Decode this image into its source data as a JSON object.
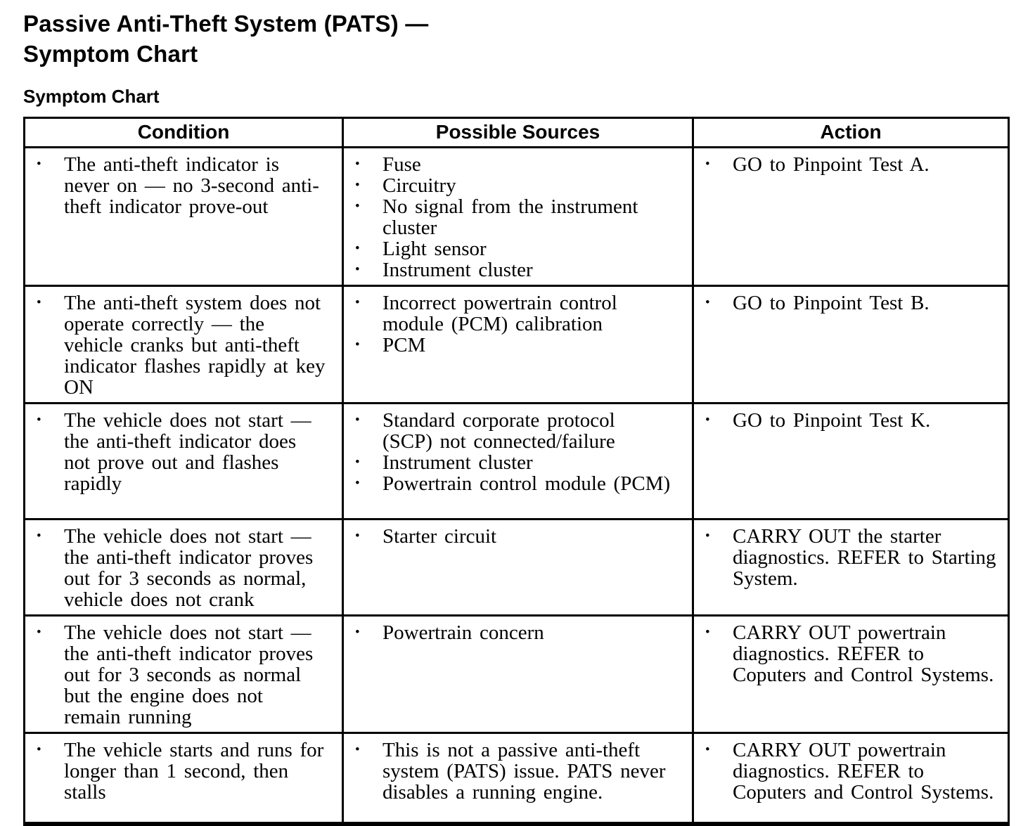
{
  "page": {
    "title": "Passive Anti-Theft System (PATS) — Symptom Chart",
    "section_heading": "Symptom Chart"
  },
  "colors": {
    "text": "#000000",
    "background": "#ffffff",
    "table_border": "#000000"
  },
  "table": {
    "bullet": "•",
    "headers": [
      "Condition",
      "Possible Sources",
      "Action"
    ],
    "rows": [
      {
        "condition": [
          "The anti-theft indicator is never on — no 3-second anti-theft indicator prove-out"
        ],
        "sources": [
          "Fuse",
          "Circuitry",
          "No signal from the instrument cluster",
          "Light sensor",
          "Instrument cluster"
        ],
        "action": [
          "GO to Pinpoint Test A."
        ]
      },
      {
        "condition": [
          "The anti-theft system does not operate correctly — the vehicle cranks but anti-theft indicator flashes rapidly at key ON"
        ],
        "sources": [
          "Incorrect powertrain control module (PCM) calibration",
          "PCM"
        ],
        "action": [
          "GO to Pinpoint Test B."
        ]
      },
      {
        "condition": [
          "The vehicle does not start — the anti-theft indicator does not prove out and flashes rapidly"
        ],
        "sources": [
          "Standard corporate protocol (SCP) not connected/failure",
          "Instrument cluster",
          "Powertrain control module (PCM)"
        ],
        "action": [
          "GO to Pinpoint Test K."
        ]
      },
      {
        "condition": [
          "The vehicle does not start — the anti-theft indicator proves out for 3 seconds as normal, vehicle does not crank"
        ],
        "sources": [
          "Starter circuit"
        ],
        "action": [
          "CARRY OUT the starter diagnostics. REFER to Starting System."
        ]
      },
      {
        "condition": [
          "The vehicle does not start — the anti-theft indicator proves out for 3 seconds as normal but the engine does not remain running"
        ],
        "sources": [
          "Powertrain concern"
        ],
        "action": [
          "CARRY OUT powertrain diagnostics. REFER to Coputers and Control Systems."
        ]
      },
      {
        "condition": [
          "The vehicle starts and runs for longer than 1 second, then stalls"
        ],
        "sources": [
          "This is not a passive anti-theft system (PATS) issue. PATS never disables a running engine."
        ],
        "action": [
          "CARRY OUT powertrain diagnostics. REFER to Coputers and Control Systems."
        ]
      }
    ]
  }
}
